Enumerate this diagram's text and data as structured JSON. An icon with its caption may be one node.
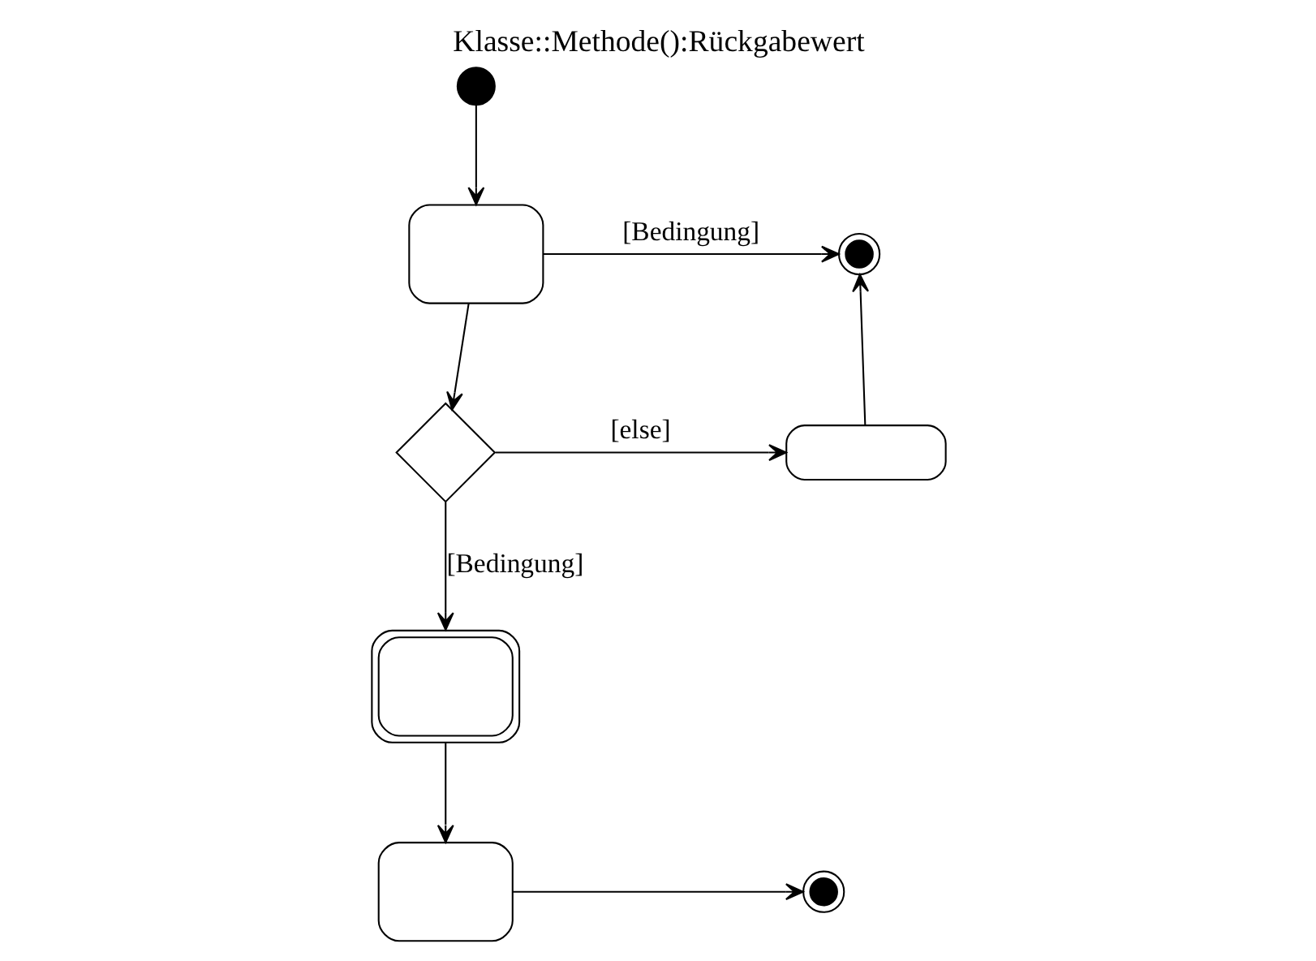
{
  "diagram": {
    "title": "Klasse::Methode():Rückgabewert",
    "nodes": [
      {
        "text": [],
        "shape": "circle"
      },
      {
        "text": [],
        "shape": "box"
      },
      {
        "text": [],
        "shape": "circle"
      },
      {
        "text": [],
        "shape": "box"
      },
      {
        "text": [],
        "shape": "diamond"
      },
      {
        "text": [],
        "shape": "box"
      },
      {
        "text": [],
        "shape": "box"
      },
      {
        "text": [],
        "shape": "circle"
      }
    ],
    "edges": [
      {
        "from": 0,
        "to": 1,
        "arrow": "to"
      },
      {
        "from": 1,
        "to": 2,
        "arrow": "to",
        "label": "[Bedingung]"
      },
      {
        "from": 1,
        "to": 4,
        "arrow": "to"
      },
      {
        "from": 4,
        "to": 3,
        "arrow": "to",
        "label": "[Bedingung]"
      },
      {
        "from": 4,
        "to": 5,
        "arrow": "to",
        "label": "[else]"
      },
      {
        "from": 5,
        "to": 2,
        "arrow": "to"
      },
      {
        "from": 3,
        "to": 6,
        "arrow": "to"
      },
      {
        "from": 6,
        "to": 7,
        "arrow": "to"
      }
    ]
  }
}
